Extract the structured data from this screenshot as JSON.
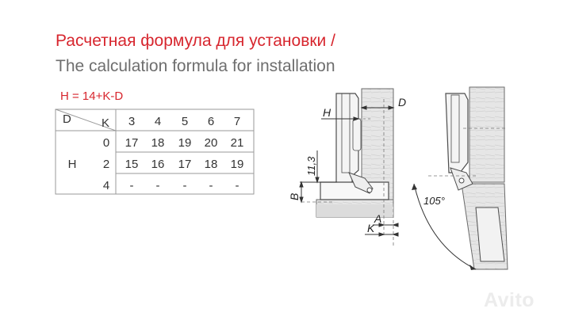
{
  "title_ru": "Расчетная формула для установки /",
  "title_en": "The calculation formula for installation",
  "formula": "H = 14+K-D",
  "table": {
    "corner_d": "D",
    "corner_k": "K",
    "k_values": [
      "3",
      "4",
      "5",
      "6",
      "7"
    ],
    "row_group_label": "H",
    "rows": [
      {
        "d": "0",
        "values": [
          "17",
          "18",
          "19",
          "20",
          "21"
        ]
      },
      {
        "d": "2",
        "values": [
          "15",
          "16",
          "17",
          "18",
          "19"
        ]
      },
      {
        "d": "4",
        "values": [
          "-",
          "-",
          "-",
          "-",
          "-"
        ]
      }
    ]
  },
  "diagram": {
    "label_d": "D",
    "label_h": "H",
    "label_11_3": "11,3",
    "label_b": "B",
    "label_a": "A",
    "label_k": "K",
    "label_angle": "105°"
  },
  "watermark": "Avito",
  "colors": {
    "accent": "#d7262e",
    "subtitle": "#6e6e6e",
    "line": "#555555",
    "wood": "#e4e4e4"
  }
}
